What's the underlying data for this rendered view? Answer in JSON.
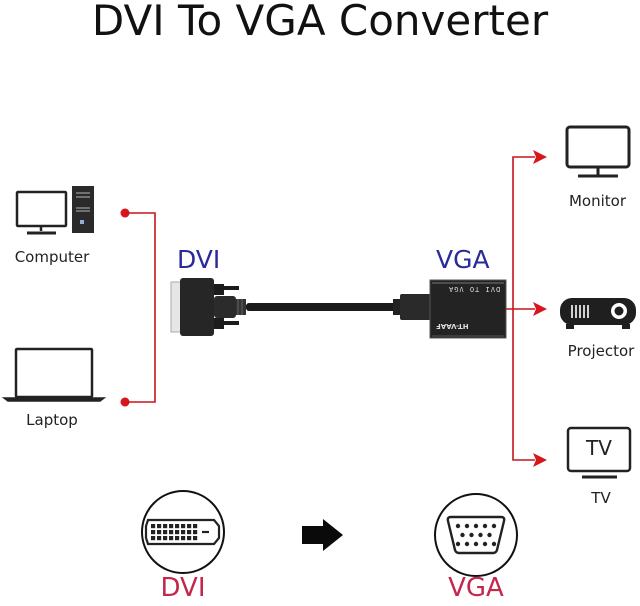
{
  "title": "DVI To VGA Converter",
  "sources": [
    {
      "label": "Computer",
      "icon": "desktop-computer-icon"
    },
    {
      "label": "Laptop",
      "icon": "laptop-icon"
    }
  ],
  "cable": {
    "input_label": "DVI",
    "output_label": "VGA",
    "adapter_text": "DVI TO VGA",
    "adapter_model": "HT-VAAF"
  },
  "outputs": [
    {
      "label": "Monitor",
      "icon": "monitor-icon"
    },
    {
      "label": "Projector",
      "icon": "projector-icon"
    },
    {
      "label": "TV",
      "icon": "tv-icon",
      "screen_text": "TV"
    }
  ],
  "bottom": {
    "from_label": "DVI",
    "to_label": "VGA",
    "arrow_icon": "right-arrow-icon"
  },
  "colors": {
    "connector_line": "#c4161c",
    "port_label": "#c3274c",
    "cable_label": "#2a2a9a",
    "icon_stroke": "#222222"
  }
}
